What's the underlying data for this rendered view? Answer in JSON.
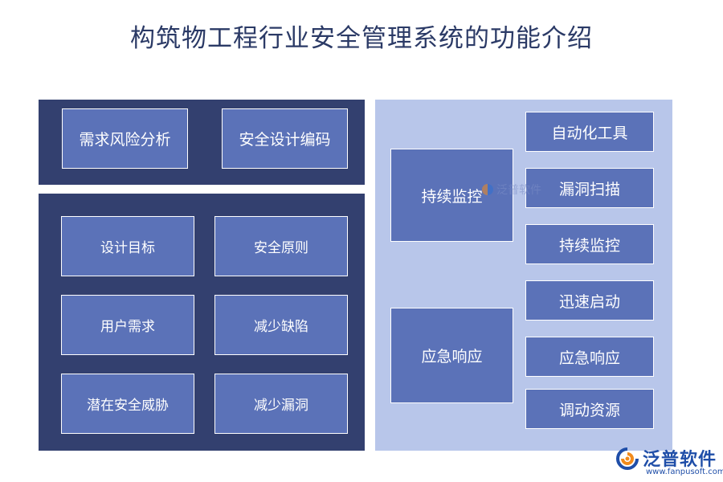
{
  "title": "构筑物工程行业安全管理系统的功能介绍",
  "left_top": {
    "items": [
      "需求风险分析",
      "安全设计编码"
    ]
  },
  "left_bottom": {
    "items": [
      "设计目标",
      "安全原则",
      "用户需求",
      "减少缺陷",
      "潜在安全威胁",
      "减少漏洞"
    ]
  },
  "right": {
    "groups": [
      {
        "label": "持续监控",
        "subitems": [
          "自动化工具",
          "漏洞扫描",
          "持续监控"
        ]
      },
      {
        "label": "应急响应",
        "subitems": [
          "迅速启动",
          "应急响应",
          "调动资源"
        ]
      }
    ]
  },
  "watermark": {
    "text": "泛普软件"
  },
  "brand": {
    "name": "泛普软件",
    "url": "www.fanpusoft.com"
  },
  "colors": {
    "dark_panel": "#33406f",
    "light_panel": "#b8c6ea",
    "box": "#5b72b8",
    "title": "#2b3a66",
    "brand_blue": "#1f4ea8",
    "brand_orange": "#f28b1c"
  }
}
